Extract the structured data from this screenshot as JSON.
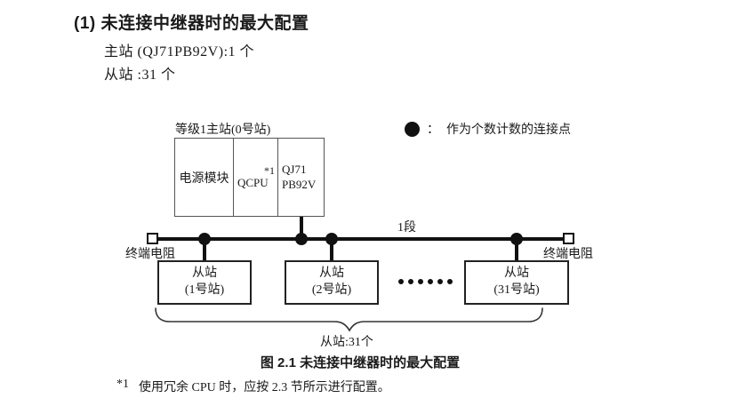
{
  "page": {
    "heading": "(1) 未连接中继器时的最大配置",
    "master_count": "主站 (QJ71PB92V):1 个",
    "slave_count": "从站 :31 个"
  },
  "figure": {
    "master": {
      "label": "等级1主站(0号站)",
      "power_module": "电源模块",
      "cpu": "QCPU",
      "cpu_note": "*1",
      "network_module_line1": "QJ71",
      "network_module_line2": "PB92V"
    },
    "legend": {
      "colon": "：",
      "label": "作为个数计数的连接点"
    },
    "segment_label": "1段",
    "terminator_left": "终端电阻",
    "terminator_right": "终端电阻",
    "slaves": [
      {
        "line1": "从站",
        "line2": "(1号站)"
      },
      {
        "line1": "从站",
        "line2": "(2号站)"
      },
      {
        "line1": "从站",
        "line2": "(31号站)"
      }
    ],
    "brace_label": "从站:31个",
    "caption": "图 2.1 未连接中继器时的最大配置"
  },
  "footnote": {
    "marker": "*1",
    "text": "使用冗余 CPU 时，应按 2.3 节所示进行配置。"
  },
  "colors": {
    "ink": "#1a1a1a",
    "line": "#111111",
    "box_border": "#555555"
  }
}
